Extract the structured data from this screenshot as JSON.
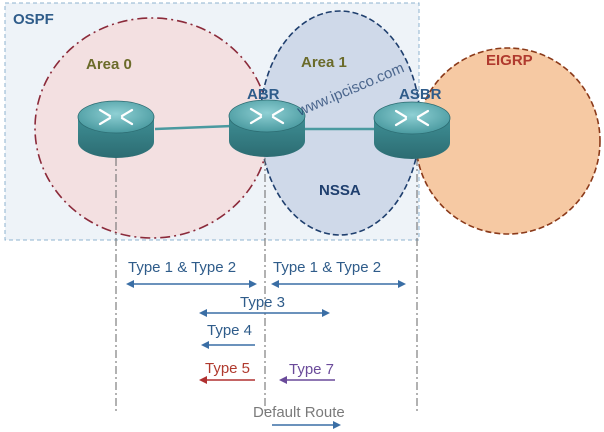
{
  "diagram": {
    "ospf_label": "OSPF",
    "area0_label": "Area 0",
    "area1_label": "Area 1",
    "eigrp_label": "EIGRP",
    "nssa_label": "NSSA",
    "abr_label": "ABR",
    "asbr_label": "ASBR",
    "watermark": "www.ipcisco.com",
    "lsa_labels": {
      "type12_left": "Type 1 & Type 2",
      "type12_right": "Type 1 & Type 2",
      "type3": "Type 3",
      "type4": "Type 4",
      "type5": "Type 5",
      "type7": "Type 7",
      "default_route": "Default Route"
    },
    "colors": {
      "ospf_box": "#8fb3cf",
      "area0_fill": "#f3dede",
      "area0_border": "#8b2a3a",
      "area1_fill": "#c9d3e6",
      "area1_border": "#1f3f6e",
      "eigrp_fill": "#f6c9a3",
      "eigrp_border": "#8b3a1a",
      "label_blue": "#2f5c8a",
      "label_olive": "#6b6b2a",
      "label_red": "#b03a2e",
      "arrow_blue": "#3a6ea5",
      "arrow_red": "#b03030",
      "arrow_purple": "#6a4a9a",
      "router": "#4a9aa0"
    }
  }
}
